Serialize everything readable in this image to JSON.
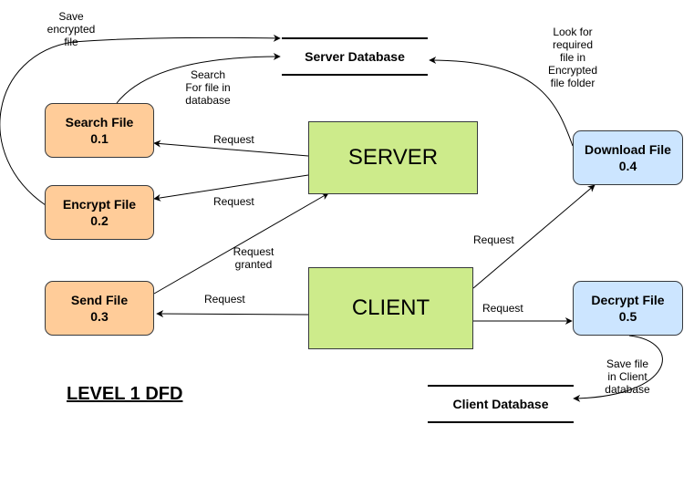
{
  "title": "LEVEL 1 DFD",
  "processes": {
    "search": {
      "name": "Search File",
      "number": "0.1"
    },
    "encrypt": {
      "name": "Encrypt File",
      "number": "0.2"
    },
    "send": {
      "name": "Send File",
      "number": "0.3"
    },
    "download": {
      "name": "Download File",
      "number": "0.4"
    },
    "decrypt": {
      "name": "Decrypt File",
      "number": "0.5"
    }
  },
  "entities": {
    "server": "SERVER",
    "client": "CLIENT"
  },
  "stores": {
    "server_db": "Server Database",
    "client_db": "Client Database"
  },
  "flows": {
    "save_encrypted": [
      "Save",
      "encrypted",
      "file"
    ],
    "search_db": [
      "Search",
      "For file in",
      "database"
    ],
    "server_to_search": "Request",
    "server_to_encrypt": "Request",
    "send_to_server": [
      "Request",
      "granted"
    ],
    "client_to_send": "Request",
    "client_to_download": "Request",
    "client_to_decrypt": "Request",
    "look_for_file": [
      "Look for",
      "required",
      "file in",
      "Encrypted",
      "file folder"
    ],
    "save_client": [
      "Save file",
      "in Client",
      "database"
    ]
  },
  "colors": {
    "process_orange": "#ffcc99",
    "process_blue": "#cce5ff",
    "entity_green": "#cdeb8b"
  }
}
